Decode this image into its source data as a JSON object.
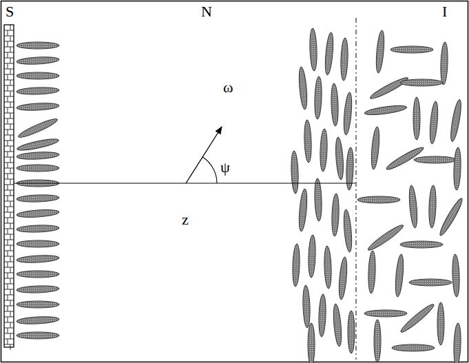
{
  "diagram": {
    "labels": [
      "S",
      "N",
      "I",
      "ω",
      "ψ",
      "z"
    ]
  }
}
